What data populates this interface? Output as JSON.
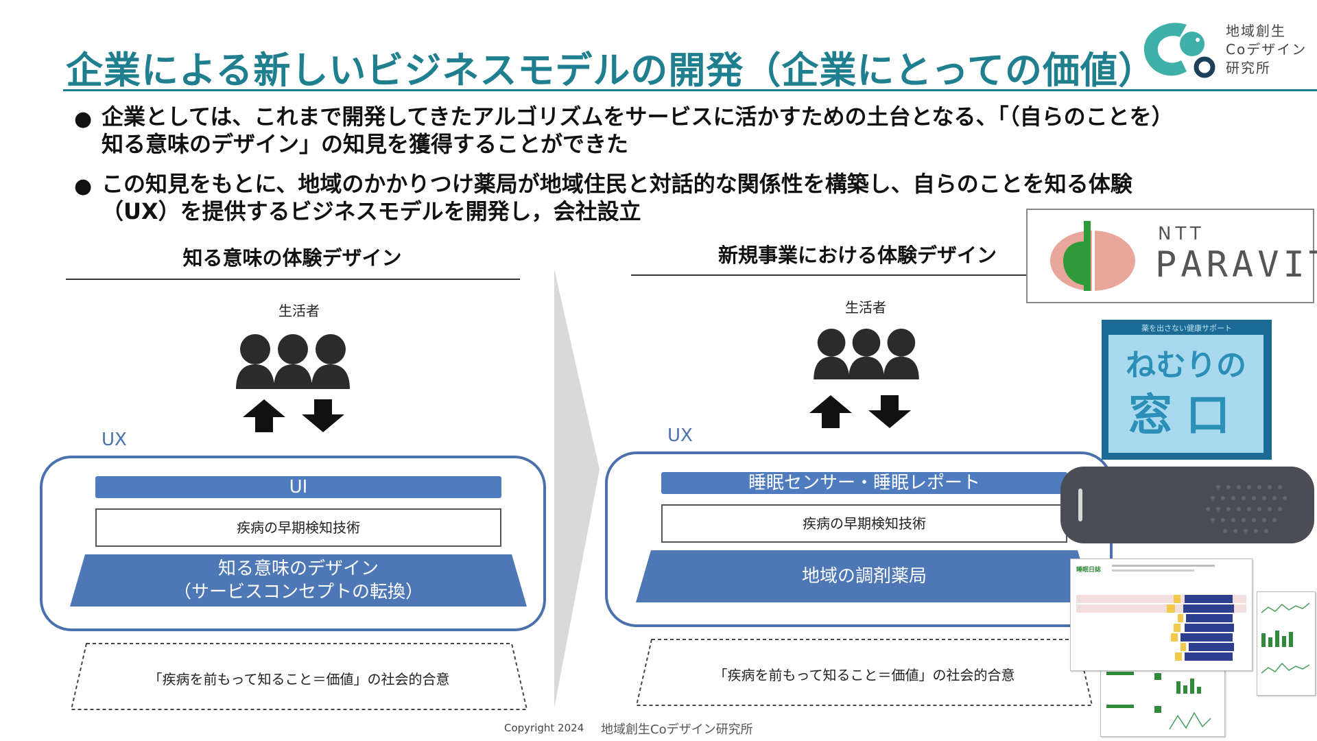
{
  "title": "企業による新しいビジネスモデルの開発（企業にとっての価値）",
  "logo": {
    "lines": [
      "地域創生",
      "Coデザイン",
      "研究所"
    ]
  },
  "bullets": [
    {
      "line1": "企業としては、これまで開発してきたアルゴリズムをサービスに活かすための土台となる、「（自らのことを）",
      "line2": "知る意味のデザイン」の知見を獲得することができた"
    },
    {
      "line1": "この知見をもとに、地域のかかりつけ薬局が地域住民と対話的な関係性を構築し、自らのことを知る体験",
      "line2": "（UX）を提供するビジネスモデルを開発し，会社設立"
    }
  ],
  "left": {
    "heading": "知る意味の体験デザイン",
    "people_label": "生活者",
    "ux_label": "UX",
    "ui_label": "UI",
    "tech_label": "疾病の早期検知技術",
    "base_line1": "知る意味のデザイン",
    "base_line2": "（サービスコンセプトの転換）",
    "consensus": "「疾病を前もって知ること＝価値」の社会的合意"
  },
  "right": {
    "heading": "新規事業における体験デザイン",
    "people_label": "生活者",
    "ux_label": "UX",
    "ui_label": "睡眠センサー・睡眠レポート",
    "tech_label": "疾病の早期検知技術",
    "base_label": "地域の調剤薬局",
    "consensus": "「疾病を前もって知ること＝価値」の社会的合意"
  },
  "paravita": {
    "ntt": "NTT",
    "name": "PARAVITA"
  },
  "nemuri": {
    "tagline": "薬を出さない健康サポート",
    "title": "ねむりの",
    "kanji": "窓口"
  },
  "report": {
    "header": "睡眠日誌"
  },
  "footer": {
    "copyright": "Copyright 2024",
    "org": "地域創生Coデザイン研究所"
  },
  "colors": {
    "accent": "#1f7f8f",
    "ux_blue": "#4b70ad",
    "bar_blue": "#4f7cbf",
    "paravita_green": "#2f9a3a",
    "paravita_pink": "#e8a79a"
  }
}
